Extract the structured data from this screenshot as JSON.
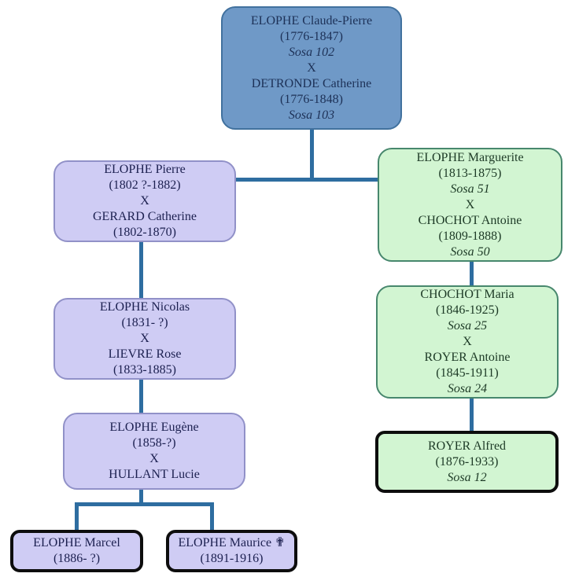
{
  "colors": {
    "page_bg": "#ffffff",
    "connector": "#2e6da0",
    "blue_fill": "#6f99c7",
    "blue_border": "#41719e",
    "blue_text": "#1d3157",
    "purple_fill": "#cfccf4",
    "purple_border": "#9191c8",
    "purple_text": "#1c2050",
    "green_fill": "#d2f5d2",
    "green_border": "#47876d",
    "green_text": "#1d3a26",
    "highlight_border": "#0d0d0d"
  },
  "nodes": {
    "claude_pierre": {
      "lines": [
        "ELOPHE Claude-Pierre",
        "(1776-1847)",
        "Sosa 102",
        "X",
        "DETRONDE Catherine",
        "(1776-1848)",
        "Sosa 103"
      ]
    },
    "pierre": {
      "lines": [
        "ELOPHE Pierre",
        "(1802 ?-1882)",
        "X",
        "GERARD Catherine",
        "(1802-1870)"
      ]
    },
    "marguerite": {
      "lines": [
        "ELOPHE Marguerite",
        "(1813-1875)",
        "Sosa 51",
        "X",
        "CHOCHOT Antoine",
        "(1809-1888)",
        "Sosa 50"
      ]
    },
    "nicolas": {
      "lines": [
        "ELOPHE Nicolas",
        "(1831- ?)",
        "X",
        "LIEVRE Rose",
        "(1833-1885)"
      ]
    },
    "maria": {
      "lines": [
        "CHOCHOT Maria",
        "(1846-1925)",
        "Sosa 25",
        "X",
        "ROYER Antoine",
        "(1845-1911)",
        "Sosa 24"
      ]
    },
    "eugene": {
      "lines": [
        "ELOPHE Eugène",
        "(1858-?)",
        "X",
        "HULLANT Lucie"
      ]
    },
    "alfred": {
      "lines": [
        "ROYER Alfred",
        "(1876-1933)",
        "Sosa 12"
      ]
    },
    "marcel": {
      "lines": [
        "ELOPHE Marcel",
        "(1886- ?)"
      ]
    },
    "maurice": {
      "lines": [
        "ELOPHE Maurice ✟",
        "(1891-1916)"
      ]
    }
  }
}
